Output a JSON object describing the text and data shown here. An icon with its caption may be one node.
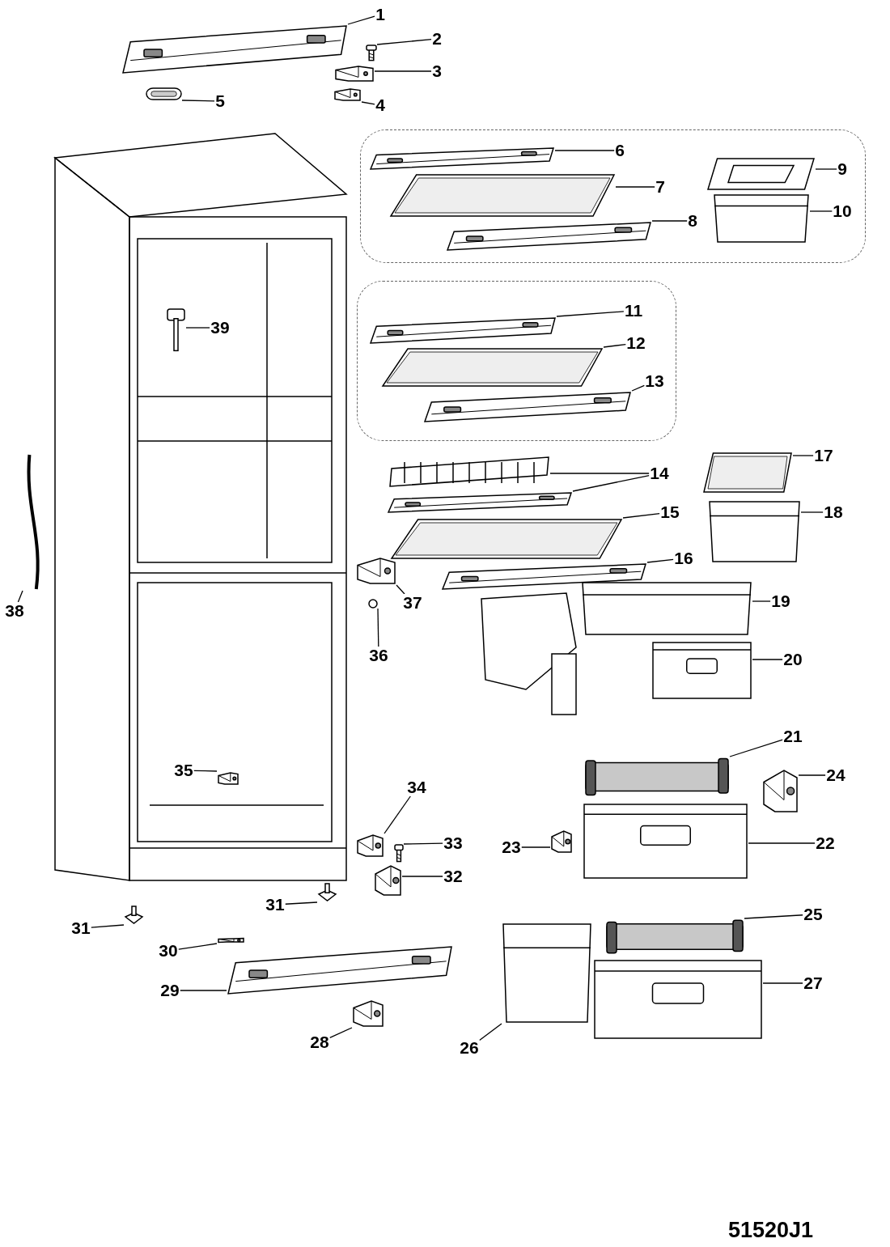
{
  "diagram": {
    "nodes": [
      {
        "text": [
          "1"
        ]
      },
      {
        "text": [],
        "shape": "picture"
      },
      {
        "text": [
          "2"
        ]
      },
      {
        "text": [],
        "shape": "picture"
      },
      {
        "text": [
          "3"
        ]
      },
      {
        "text": [],
        "shape": "picture"
      },
      {
        "text": [
          "4"
        ]
      },
      {
        "text": [],
        "shape": "picture"
      },
      {
        "text": [
          "5"
        ]
      },
      {
        "text": [],
        "shape": "picture"
      },
      {
        "text": [],
        "shape": "box"
      },
      {
        "text": [
          "6"
        ],
        "in": 10
      },
      {
        "text": [],
        "shape": "picture",
        "in": 10
      },
      {
        "text": [
          "7"
        ],
        "in": 10
      },
      {
        "text": [],
        "shape": "picture",
        "in": 10
      },
      {
        "text": [
          "8"
        ],
        "in": 10
      },
      {
        "text": [],
        "shape": "picture",
        "in": 10
      },
      {
        "text": [
          "9"
        ],
        "in": 10
      },
      {
        "text": [],
        "shape": "picture",
        "in": 10
      },
      {
        "text": [
          "10"
        ],
        "in": 10
      },
      {
        "text": [],
        "shape": "picture",
        "in": 10
      },
      {
        "text": [],
        "shape": "box"
      },
      {
        "text": [
          "11"
        ],
        "in": 21
      },
      {
        "text": [],
        "shape": "picture",
        "in": 21
      },
      {
        "text": [
          "12"
        ],
        "in": 21
      },
      {
        "text": [],
        "shape": "picture",
        "in": 21
      },
      {
        "text": [
          "13"
        ],
        "in": 21
      },
      {
        "text": [],
        "shape": "picture",
        "in": 21
      },
      {
        "text": [
          "14"
        ]
      },
      {
        "text": [],
        "shape": "picture"
      },
      {
        "text": [],
        "shape": "picture"
      },
      {
        "text": [
          "15"
        ]
      },
      {
        "text": [],
        "shape": "picture"
      },
      {
        "text": [
          "16"
        ]
      },
      {
        "text": [],
        "shape": "picture"
      },
      {
        "text": [
          "17"
        ]
      },
      {
        "text": [],
        "shape": "picture"
      },
      {
        "text": [
          "18"
        ]
      },
      {
        "text": [],
        "shape": "picture"
      },
      {
        "text": [
          "19"
        ]
      },
      {
        "text": [],
        "shape": "picture"
      },
      {
        "text": [
          "20"
        ]
      },
      {
        "text": [],
        "shape": "picture"
      },
      {
        "text": [
          "21"
        ]
      },
      {
        "text": [],
        "shape": "picture"
      },
      {
        "text": [
          "22"
        ]
      },
      {
        "text": [],
        "shape": "picture"
      },
      {
        "text": [
          "23"
        ]
      },
      {
        "text": [],
        "shape": "picture"
      },
      {
        "text": [
          "24"
        ]
      },
      {
        "text": [],
        "shape": "picture"
      },
      {
        "text": [
          "25"
        ]
      },
      {
        "text": [],
        "shape": "picture"
      },
      {
        "text": [
          "26"
        ]
      },
      {
        "text": [],
        "shape": "picture"
      },
      {
        "text": [
          "27"
        ]
      },
      {
        "text": [],
        "shape": "picture"
      },
      {
        "text": [
          "28"
        ]
      },
      {
        "text": [],
        "shape": "picture"
      },
      {
        "text": [
          "29"
        ]
      },
      {
        "text": [],
        "shape": "picture"
      },
      {
        "text": [
          "30"
        ]
      },
      {
        "text": [],
        "shape": "picture"
      },
      {
        "text": [
          "31"
        ]
      },
      {
        "text": [],
        "shape": "picture"
      },
      {
        "text": [
          "31"
        ]
      },
      {
        "text": [],
        "shape": "picture"
      },
      {
        "text": [
          "32"
        ]
      },
      {
        "text": [],
        "shape": "picture"
      },
      {
        "text": [
          "33"
        ]
      },
      {
        "text": [],
        "shape": "picture"
      },
      {
        "text": [
          "34"
        ]
      },
      {
        "text": [],
        "shape": "picture"
      },
      {
        "text": [
          "35"
        ]
      },
      {
        "text": [],
        "shape": "picture"
      },
      {
        "text": [
          "36"
        ]
      },
      {
        "text": [],
        "shape": "circle"
      },
      {
        "text": [
          "37"
        ]
      },
      {
        "text": [],
        "shape": "picture"
      },
      {
        "text": [
          "38"
        ]
      },
      {
        "text": [],
        "shape": "picture"
      },
      {
        "text": [
          "39"
        ]
      },
      {
        "text": [],
        "shape": "picture"
      }
    ],
    "edges": [
      {
        "from": 0,
        "to": 1,
        "arrow": "none"
      },
      {
        "from": 2,
        "to": 3,
        "arrow": "none"
      },
      {
        "from": 4,
        "to": 5,
        "arrow": "none"
      },
      {
        "from": 6,
        "to": 7,
        "arrow": "none"
      },
      {
        "from": 8,
        "to": 9,
        "arrow": "none"
      },
      {
        "from": 11,
        "to": 12,
        "arrow": "none"
      },
      {
        "from": 13,
        "to": 14,
        "arrow": "none"
      },
      {
        "from": 15,
        "to": 16,
        "arrow": "none"
      },
      {
        "from": 17,
        "to": 18,
        "arrow": "none"
      },
      {
        "from": 19,
        "to": 20,
        "arrow": "none"
      },
      {
        "from": 22,
        "to": 23,
        "arrow": "none"
      },
      {
        "from": 24,
        "to": 25,
        "arrow": "none"
      },
      {
        "from": 26,
        "to": 27,
        "arrow": "none"
      },
      {
        "from": 28,
        "to": 29,
        "arrow": "none"
      },
      {
        "from": 28,
        "to": 30,
        "arrow": "none"
      },
      {
        "from": 31,
        "to": 32,
        "arrow": "none"
      },
      {
        "from": 33,
        "to": 34,
        "arrow": "none"
      },
      {
        "from": 35,
        "to": 36,
        "arrow": "none"
      },
      {
        "from": 37,
        "to": 38,
        "arrow": "none"
      },
      {
        "from": 39,
        "to": 40,
        "arrow": "none"
      },
      {
        "from": 41,
        "to": 42,
        "arrow": "none"
      },
      {
        "from": 43,
        "to": 44,
        "arrow": "none"
      },
      {
        "from": 45,
        "to": 46,
        "arrow": "none"
      },
      {
        "from": 47,
        "to": 48,
        "arrow": "none"
      },
      {
        "from": 49,
        "to": 50,
        "arrow": "none"
      },
      {
        "from": 51,
        "to": 52,
        "arrow": "none"
      },
      {
        "from": 53,
        "to": 54,
        "arrow": "none"
      },
      {
        "from": 55,
        "to": 56,
        "arrow": "none"
      },
      {
        "from": 57,
        "to": 58,
        "arrow": "none"
      },
      {
        "from": 59,
        "to": 60,
        "arrow": "none"
      },
      {
        "from": 61,
        "to": 62,
        "arrow": "none"
      },
      {
        "from": 63,
        "to": 64,
        "arrow": "none"
      },
      {
        "from": 65,
        "to": 66,
        "arrow": "none"
      },
      {
        "from": 67,
        "to": 68,
        "arrow": "none"
      },
      {
        "from": 69,
        "to": 70,
        "arrow": "none"
      },
      {
        "from": 71,
        "to": 72,
        "arrow": "none"
      },
      {
        "from": 73,
        "to": 74,
        "arrow": "none"
      },
      {
        "from": 75,
        "to": 76,
        "arrow": "none"
      },
      {
        "from": 77,
        "to": 78,
        "arrow": "none"
      },
      {
        "from": 79,
        "to": 80,
        "arrow": "none"
      },
      {
        "from": 81,
        "to": 82,
        "arrow": "none"
      }
    ],
    "labels": [
      "51520J1"
    ]
  }
}
